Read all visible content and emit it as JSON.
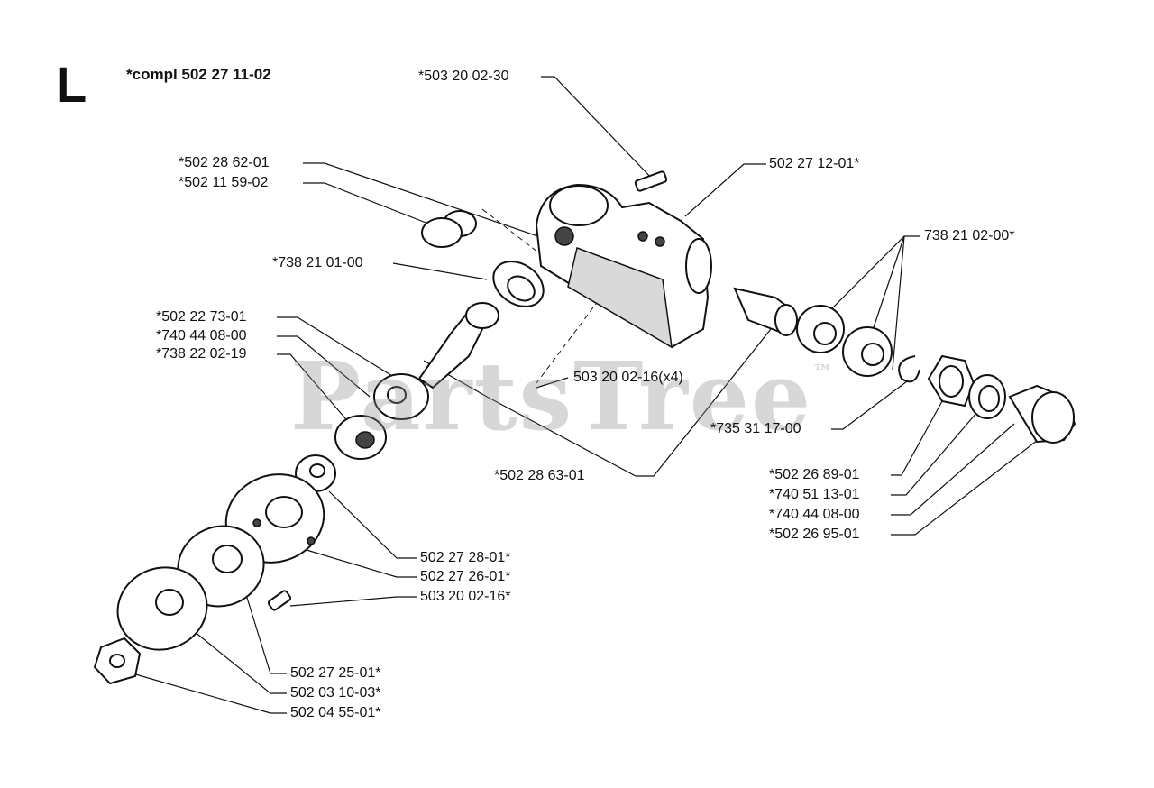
{
  "header": {
    "section_letter": "L",
    "assembly": "*compl 502 27 11-02"
  },
  "watermark": {
    "text": "PartsTree",
    "mark": "™"
  },
  "parts": [
    {
      "id": "p01",
      "label": "*503 20 02-30"
    },
    {
      "id": "p02",
      "label": "502 27 12-01*"
    },
    {
      "id": "p03",
      "label": "*502 28 62-01"
    },
    {
      "id": "p04",
      "label": "*502 11 59-02"
    },
    {
      "id": "p05",
      "label": "738 21 02-00*"
    },
    {
      "id": "p06",
      "label": "*738 21 01-00"
    },
    {
      "id": "p07",
      "label": "*502 22 73-01"
    },
    {
      "id": "p08",
      "label": "*740 44 08-00"
    },
    {
      "id": "p09",
      "label": "*738 22 02-19"
    },
    {
      "id": "p10",
      "label": "503 20 02-16(x4)"
    },
    {
      "id": "p11",
      "label": "*735 31 17-00"
    },
    {
      "id": "p12",
      "label": "*502 28 63-01"
    },
    {
      "id": "p13",
      "label": "*502 26 89-01"
    },
    {
      "id": "p14",
      "label": "*740 51 13-01"
    },
    {
      "id": "p15",
      "label": "*740 44 08-00"
    },
    {
      "id": "p16",
      "label": "*502 26 95-01"
    },
    {
      "id": "p17",
      "label": "502 27 28-01*"
    },
    {
      "id": "p18",
      "label": "502 27 26-01*"
    },
    {
      "id": "p19",
      "label": "503 20 02-16*"
    },
    {
      "id": "p20",
      "label": "502 27 25-01*"
    },
    {
      "id": "p21",
      "label": "502 03 10-03*"
    },
    {
      "id": "p22",
      "label": "502 04 55-01*"
    }
  ]
}
